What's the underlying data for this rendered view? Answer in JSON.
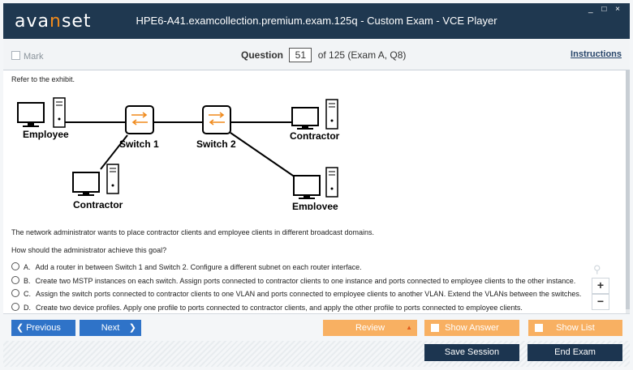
{
  "window": {
    "logo_part1": "ava",
    "logo_accent": "n",
    "logo_part2": "set",
    "title": "HPE6-A41.examcollection.premium.exam.125q - Custom Exam - VCE Player",
    "controls": "_ □ ×"
  },
  "header": {
    "mark_label": "Mark",
    "question_label": "Question",
    "question_number": "51",
    "question_total": "of 125 (Exam A, Q8)",
    "instructions_label": "Instructions"
  },
  "content": {
    "refer": "Refer to the exhibit.",
    "exhibit": {
      "employee_left": "Employee",
      "switch1": "Switch 1",
      "switch2": "Switch 2",
      "contractor_right": "Contractor",
      "contractor_left": "Contractor",
      "employee_right": "Employee"
    },
    "statement": "The network administrator wants to place contractor clients and employee clients in different broadcast domains.",
    "question": "How should the administrator achieve this goal?",
    "options": [
      {
        "letter": "A.",
        "text": "Add a router in between Switch 1 and Switch 2. Configure a different subnet on each router interface."
      },
      {
        "letter": "B.",
        "text": "Create two MSTP instances on each switch. Assign ports connected to contractor clients to one instance and ports connected to employee clients to the other instance."
      },
      {
        "letter": "C.",
        "text": "Assign the switch ports connected to contractor clients to one VLAN and ports connected to employee clients to another VLAN. Extend the VLANs between the switches."
      },
      {
        "letter": "D.",
        "text": "Create two device profiles. Apply one profile to ports connected to contractor clients, and apply the other profile to ports connected to employee clients."
      }
    ],
    "zoom_in": "+",
    "zoom_out": "−"
  },
  "nav": {
    "previous": "Previous",
    "next": "Next",
    "review": "Review",
    "show_answer": "Show Answer",
    "show_list": "Show List"
  },
  "bottom": {
    "save_session": "Save Session",
    "end_exam": "End Exam"
  }
}
